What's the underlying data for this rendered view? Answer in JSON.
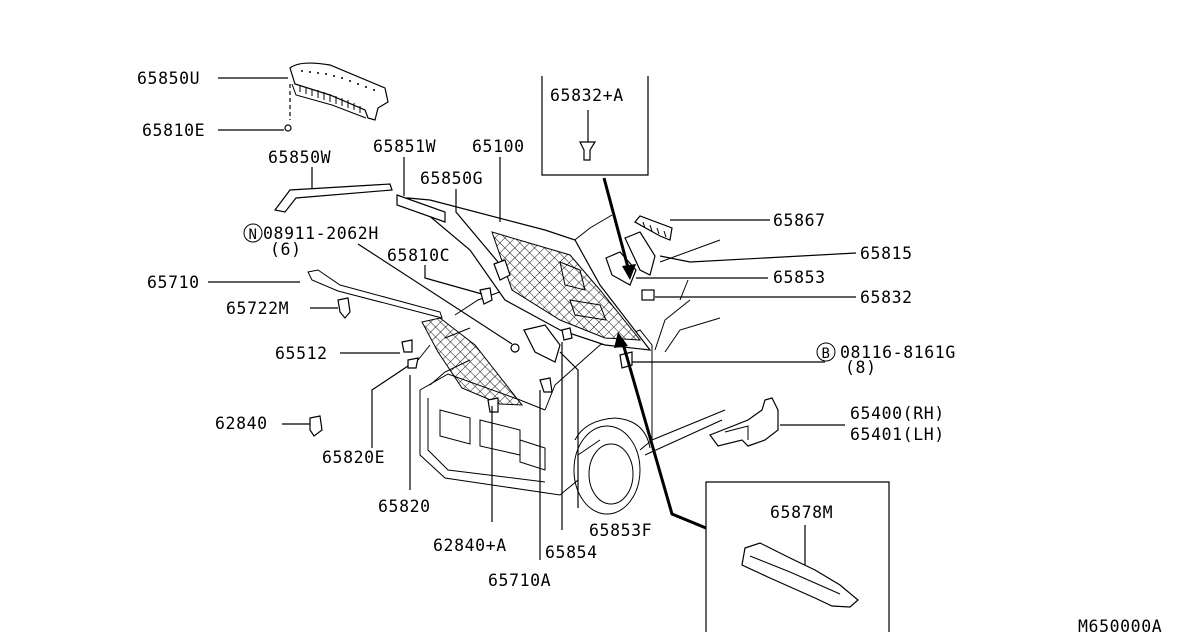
{
  "diagram": {
    "code": "M650000A",
    "callouts": [
      {
        "id": "65850U",
        "text": "65850U"
      },
      {
        "id": "65810E",
        "text": "65810E"
      },
      {
        "id": "65850W",
        "text": "65850W"
      },
      {
        "id": "65851W",
        "text": "65851W"
      },
      {
        "id": "65100",
        "text": "65100"
      },
      {
        "id": "65850G",
        "text": "65850G"
      },
      {
        "id": "08911-2062H",
        "text": "08911-2062H"
      },
      {
        "id": "08911-2062H-qty",
        "text": "(6)"
      },
      {
        "id": "65810C",
        "text": "65810C"
      },
      {
        "id": "65710",
        "text": "65710"
      },
      {
        "id": "65722M",
        "text": "65722M"
      },
      {
        "id": "65512",
        "text": "65512"
      },
      {
        "id": "62840",
        "text": "62840"
      },
      {
        "id": "65820E",
        "text": "65820E"
      },
      {
        "id": "65820",
        "text": "65820"
      },
      {
        "id": "62840+A",
        "text": "62840+A"
      },
      {
        "id": "65710A",
        "text": "65710A"
      },
      {
        "id": "65854",
        "text": "65854"
      },
      {
        "id": "65853F",
        "text": "65853F"
      },
      {
        "id": "65832+A",
        "text": "65832+A"
      },
      {
        "id": "65867",
        "text": "65867"
      },
      {
        "id": "65815",
        "text": "65815"
      },
      {
        "id": "65853",
        "text": "65853"
      },
      {
        "id": "65832",
        "text": "65832"
      },
      {
        "id": "08116-8161G",
        "text": "08116-8161G"
      },
      {
        "id": "08116-8161G-qty",
        "text": "(8)"
      },
      {
        "id": "65400",
        "text": "65400(RH)"
      },
      {
        "id": "65401",
        "text": "65401(LH)"
      },
      {
        "id": "65878M",
        "text": "65878M"
      }
    ],
    "symbols": {
      "nut": "N",
      "bolt": "B"
    }
  }
}
